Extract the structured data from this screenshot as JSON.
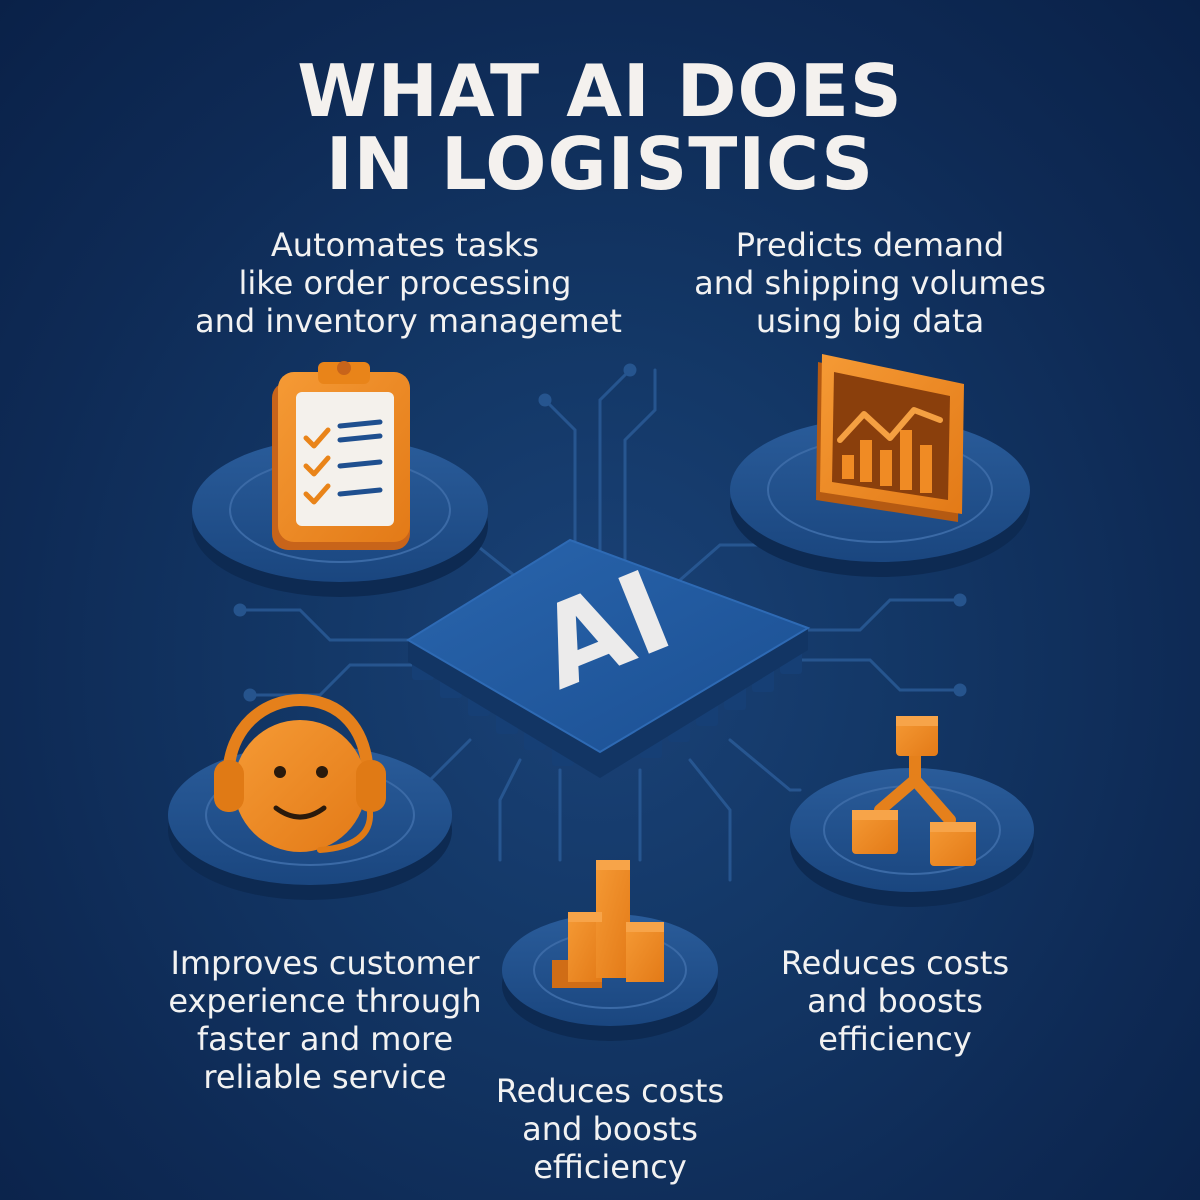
{
  "title": {
    "line1": "WHAT AI DOES",
    "line2": "IN LOGISTICS"
  },
  "chip_label": "AI",
  "captions": {
    "automation": [
      "Automates tasks",
      "like order processing",
      "and inventory managemet"
    ],
    "prediction": [
      "Predicts demand",
      "and shipping volumes",
      "using big data"
    ],
    "customer": [
      "Improves customer",
      "experience through",
      "faster and more",
      "reliable service"
    ],
    "costs_bottom": [
      "Reduces costs",
      "and boosts",
      "efficiency"
    ],
    "costs_right": [
      "Reduces costs",
      "and boosts",
      "efficiency"
    ]
  },
  "icons": {
    "automation": "clipboard-checklist-icon",
    "prediction": "analytics-chart-icon",
    "customer": "headset-smiley-icon",
    "costs_bottom": "bar-blocks-icon",
    "costs_right": "network-hierarchy-icon"
  },
  "colors": {
    "background": "#0f2c58",
    "accent_orange": "#ef8a22",
    "platform_blue": "#1b4a84",
    "chip_blue": "#1d5297",
    "text": "#f2f2f2"
  }
}
